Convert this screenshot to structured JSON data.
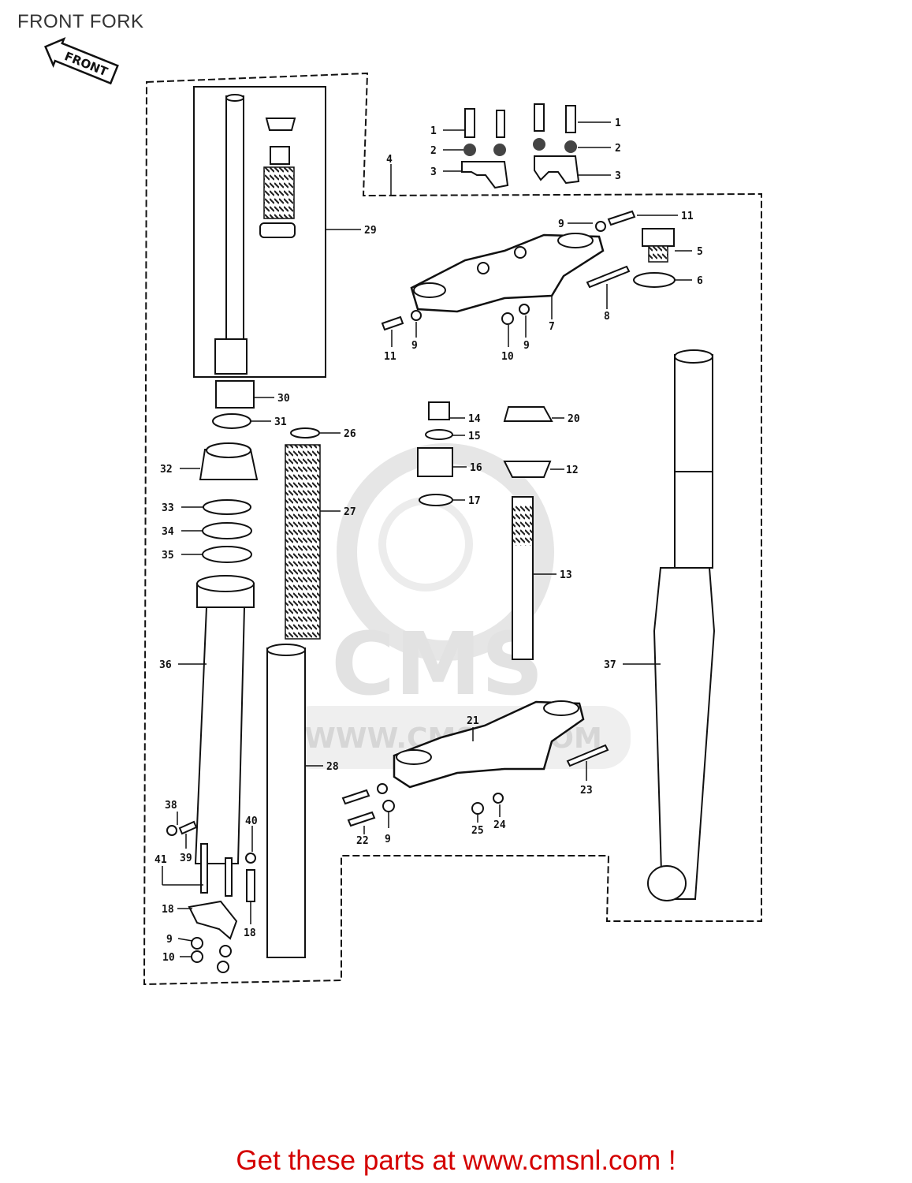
{
  "page": {
    "title": "FRONT FORK"
  },
  "orientation": {
    "arrow_label": "FRONT"
  },
  "watermark": {
    "brand": "CMS",
    "url": "WWW.CMSNL.COM"
  },
  "footer": {
    "cta": "Get these parts at www.cmsnl.com !"
  },
  "callouts": {
    "c1a": "1",
    "c1b": "1",
    "c2a": "2",
    "c2b": "2",
    "c3a": "3",
    "c3b": "3",
    "c4": "4",
    "c5": "5",
    "c6": "6",
    "c7": "7",
    "c8": "8",
    "c9a": "9",
    "c9b": "9",
    "c9c": "9",
    "c9d": "9",
    "c9e": "9",
    "c10a": "10",
    "c10b": "10",
    "c11a": "11",
    "c11b": "11",
    "c12": "12",
    "c13": "13",
    "c14": "14",
    "c15": "15",
    "c16": "16",
    "c17": "17",
    "c18a": "18",
    "c18b": "18",
    "c20": "20",
    "c21": "21",
    "c22": "22",
    "c23": "23",
    "c24": "24",
    "c25": "25",
    "c26": "26",
    "c27": "27",
    "c28": "28",
    "c29": "29",
    "c30": "30",
    "c31": "31",
    "c32": "32",
    "c33": "33",
    "c34": "34",
    "c35": "35",
    "c36": "36",
    "c37": "37",
    "c38": "38",
    "c39": "39",
    "c40": "40",
    "c41": "41"
  }
}
